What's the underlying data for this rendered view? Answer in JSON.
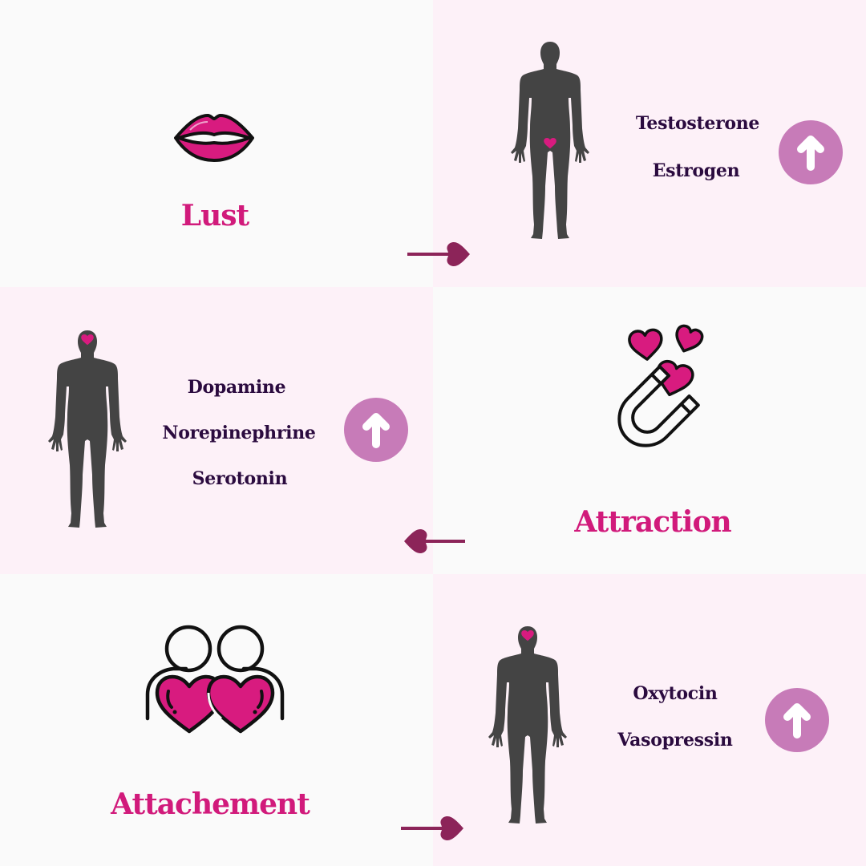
{
  "colors": {
    "title": "#d11a7b",
    "hormone_text": "#2b0b3f",
    "up_circle": "#c77bb8",
    "arrow": "#8c2459",
    "silhouette": "#444444",
    "heart": "#d81b7f",
    "panel_white": "#fafafa",
    "panel_pink": "#fdf1f8"
  },
  "stages": [
    {
      "title": "Lust",
      "icon": "lips-icon",
      "body_heart_location": "pelvis",
      "hormones": [
        "Testosterone",
        "Estrogen"
      ],
      "trend": "up",
      "arrow_direction": "right"
    },
    {
      "title": "Attraction",
      "icon": "magnet-hearts-icon",
      "body_heart_location": "head",
      "hormones": [
        "Dopamine",
        "Norepinephrine",
        "Serotonin"
      ],
      "trend": "up",
      "arrow_direction": "left"
    },
    {
      "title": "Attachement",
      "icon": "couple-hearts-icon",
      "body_heart_location": "head",
      "hormones": [
        "Oxytocin",
        "Vasopressin"
      ],
      "trend": "up",
      "arrow_direction": "right"
    }
  ]
}
